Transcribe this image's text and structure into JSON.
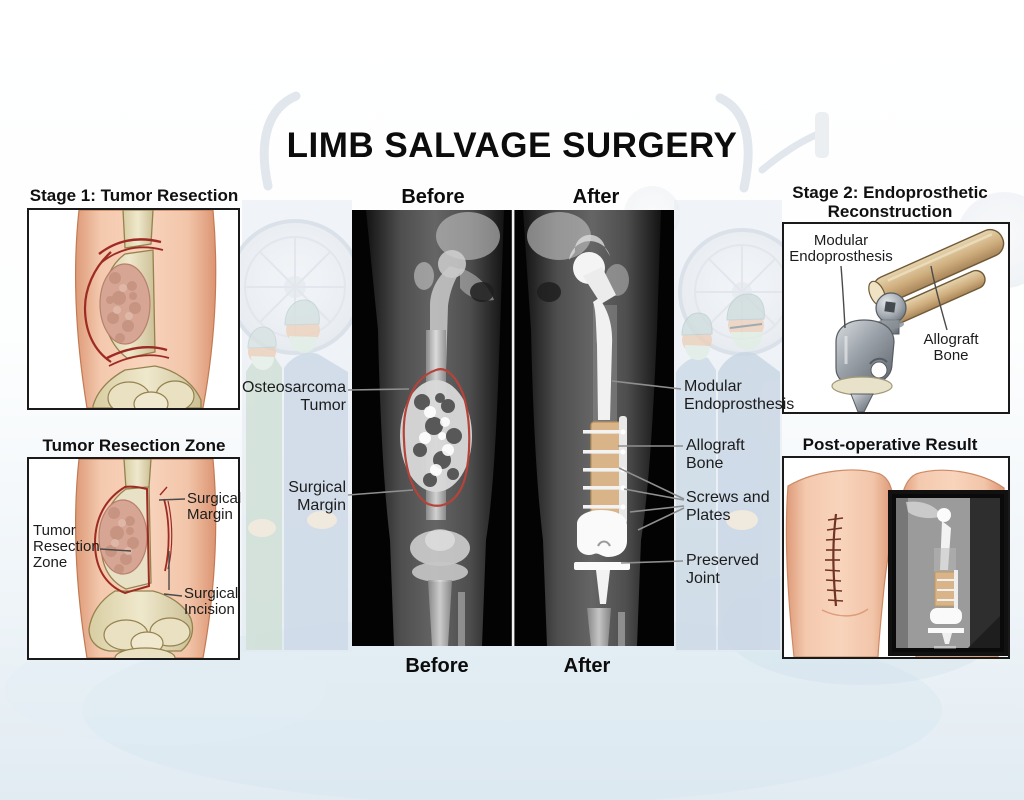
{
  "title": "LIMB SALVAGE SURGERY",
  "stage1": {
    "heading": "Stage 1: Tumor Resection"
  },
  "resection_zone": {
    "heading": "Tumor Resection Zone",
    "labels": {
      "surgical_margin": "Surgical\nMargin",
      "tumor_resection_zone": "Tumor\nResection\nZone",
      "surgical_incision": "Surgical\nIncision"
    }
  },
  "stage2": {
    "heading": "Stage 2: Endoprosthetic\nReconstruction",
    "labels": {
      "modular_endoprosthesis": "Modular\nEndoprosthesis",
      "allograft_bone": "Allograft\nBone"
    }
  },
  "postop": {
    "heading": "Post-operative Result"
  },
  "xray": {
    "before_label_top": "Before",
    "after_label_top": "After",
    "before_label_bottom": "Before",
    "after_label_bottom": "After",
    "callouts": {
      "osteosarcoma_tumor": "Osteosarcoma\nTumor",
      "surgical_margin": "Surgical\nMargin",
      "modular_endoprosthesis": "Modular\nEndoprosthesis",
      "allograft_bone": "Allograft\nBone",
      "screws_and_plates": "Screws and\nPlates",
      "preserved_joint": "Preserved\nJoint"
    }
  },
  "colors": {
    "tumor_outline_red": "#b5433a",
    "resection_line_red": "#9e2b23",
    "skin": "#f2c6ac",
    "bone": "#e7ddba",
    "allograft_tan": "#d8b488",
    "prosthesis_metal": "#9aa1a8",
    "xray_background": "#000000",
    "label_text": "#1c1c1c",
    "leader_line_gray": "#8f8f8f"
  }
}
